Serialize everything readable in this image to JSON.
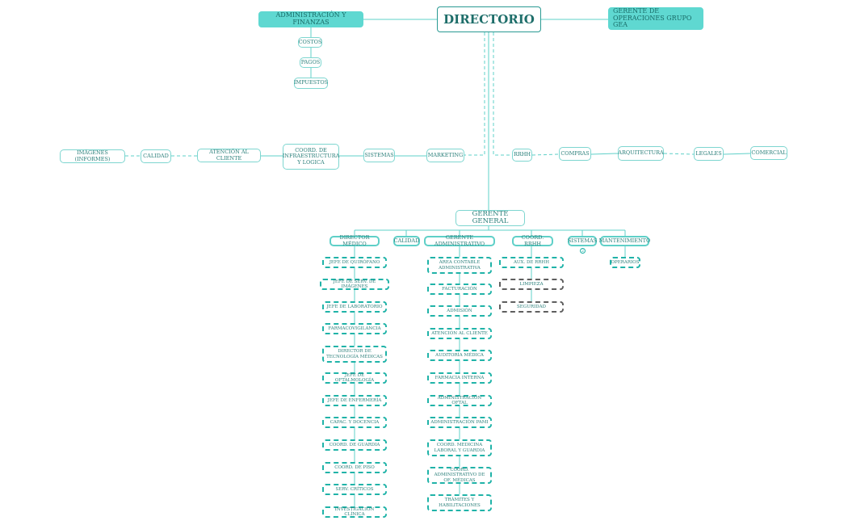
{
  "top": {
    "directorio": "DIRECTORIO",
    "admin_finanzas": "ADMINISTRACIÓN Y FINANZAS",
    "gerente_operaciones": "GERENTE DE OPERACIONES GRUPO GEA",
    "gerente_general": "GERENTE GENERAL"
  },
  "admin_children": [
    "COSTOS",
    "PAGOS",
    "IMPUESTOS"
  ],
  "left_row": [
    "IMÁGENES (INFORMES)",
    "CALIDAD",
    "ATENCIÓN AL CLIENTE",
    "COORD. DE INFRAESTRUCTURA Y LOGICA",
    "SISTEMAS",
    "MARKETING"
  ],
  "right_row": [
    "RRHH",
    "COMPRAS",
    "ARQUITECTURA",
    "LEGALES",
    "COMERCIAL"
  ],
  "departments": {
    "director_medico": "DIRECTOR MÉDICO",
    "calidad": "CALIDAD",
    "gerente_administrativo": "GERENTE ADMINISTRATIVO",
    "coord_rrhh": "COORD. RRHH",
    "sistemas": "SISTEMAS",
    "sistemas_badge": "2",
    "mantenimiento": "MANTENIMIENTO"
  },
  "director_medico_children": [
    "JEFE DE QUIRÓFANO",
    "JEFE DE SERV. DE IMÁGENES",
    "JEFE DE LABORATORIO",
    "FARMACOVIGILANCIA",
    "DIRECTOR DE TECNOLOGÍA MÉDICAS",
    "JEFE DE OFTALMOLOGÍA",
    "JEFE DE ENFERMERÍA",
    "CAPAC. Y DOCENCIA",
    "COORD. DE GUARDIA",
    "COORD. DE PISO",
    "SERV. CRÍTICOS",
    "INVESTIGACIÓN CLÍNICA"
  ],
  "gerente_admin_children": [
    "ÁREA CONTABLE ADMINISTRATIVA",
    "FACTURACIÓN",
    "ADMISIÓN",
    "ATENCIÓN AL CLIENTE",
    "AUDITORÍA MÉDICA",
    "FARMACIA INTERNA",
    "ADMINISTRACIÓN OFTAL",
    "ADMINISTRACIÓN PAMI",
    "COORD. MEDICINA LABORAL Y GUARDIA",
    "COORD. ADMINISTRATIVO DE OF. MÉDICAS",
    "TRÁMITES Y HABILITACIONES"
  ],
  "rrhh_children": [
    "AUX. DE RRHH",
    "LIMPIEZA",
    "SEGURIDAD"
  ],
  "mantenimiento_children": [
    "OPERARIOS"
  ],
  "colors": {
    "line": "#5fd0c8",
    "dashed_border": "#20b3a8",
    "fill": "#5fd8d1",
    "gray_border": "#5f5f5f",
    "text": "#2a7f7a"
  }
}
